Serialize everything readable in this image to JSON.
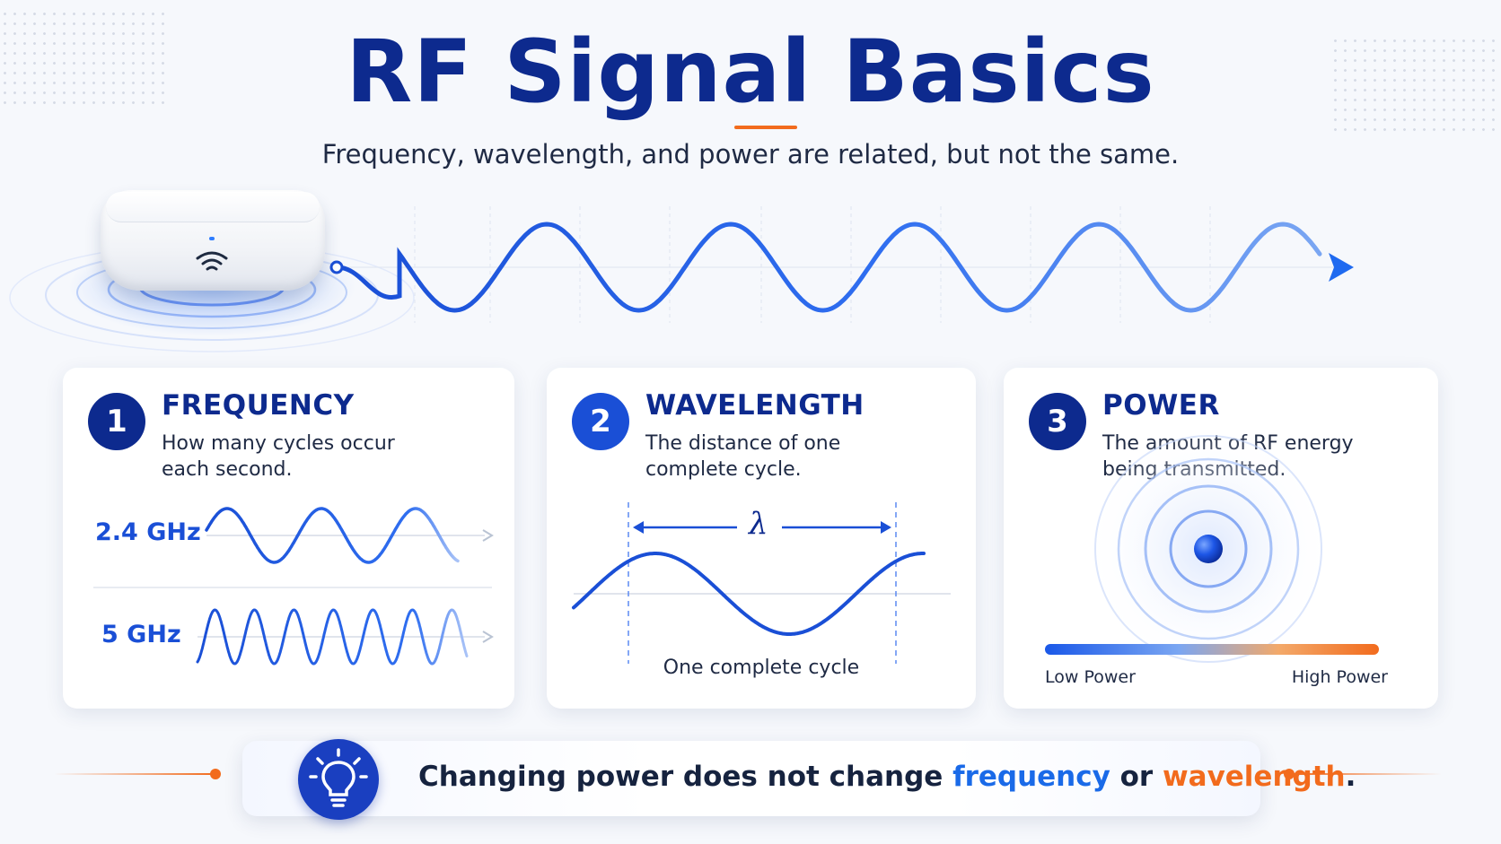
{
  "header": {
    "title": "RF Signal Basics",
    "subtitle": "Frequency, wavelength, and power are related, but not the same."
  },
  "colors": {
    "navy": "#0d2a8e",
    "blue": "#1a6ae8",
    "orange": "#f26b1d"
  },
  "hero": {
    "router_icon": "wifi-router-icon",
    "wave_icon": "sine-wave-arrow"
  },
  "cards": [
    {
      "number": "1",
      "title": "FREQUENCY",
      "description": "How many cycles occur each second.",
      "rows": [
        {
          "label": "2.4 GHz"
        },
        {
          "label": "5 GHz"
        }
      ]
    },
    {
      "number": "2",
      "title": "WAVELENGTH",
      "description": "The distance of one complete cycle.",
      "symbol": "λ",
      "caption": "One complete cycle"
    },
    {
      "number": "3",
      "title": "POWER",
      "description": "The amount of RF energy being transmitted.",
      "scale_low": "Low Power",
      "scale_high": "High Power"
    }
  ],
  "tip": {
    "icon": "lightbulb-icon",
    "text_before": "Changing power does not change ",
    "highlight_1": "frequency",
    "text_middle": " or ",
    "highlight_2": "wavelength",
    "text_after": "."
  }
}
